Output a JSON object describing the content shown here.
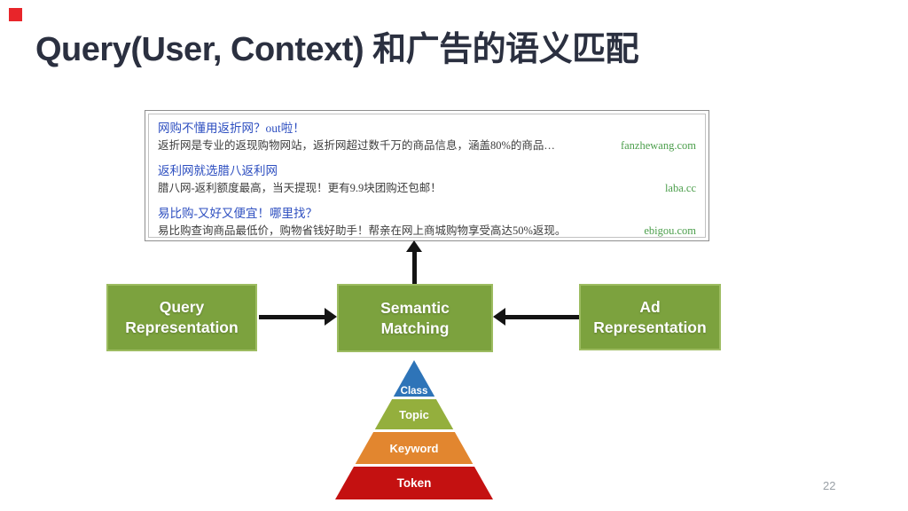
{
  "slide": {
    "title": "Query(User, Context) 和广告的语义匹配",
    "page_number": "22",
    "title_color": "#2b3040",
    "corner_mark_color": "#e8252a"
  },
  "serp": {
    "link_color": "#2e4fc0",
    "url_color": "#4b9e4b",
    "results": [
      {
        "title": "网购不懂用返折网？out啦！",
        "desc": "返折网是专业的返现购物网站，返折网超过数千万的商品信息，涵盖80%的商品…",
        "url": "fanzhewang.com"
      },
      {
        "title": "返利网就选腊八返利网",
        "desc": "腊八网-返利额度最高，当天提现！更有9.9块团购还包邮！",
        "url": "laba.cc"
      },
      {
        "title": "易比购-又好又便宜！哪里找？",
        "desc": "易比购查询商品最低价，购物省钱好助手！帮亲在网上商城购物享受高达50%返现。",
        "url": "ebigou.com"
      }
    ]
  },
  "diagram": {
    "box_color": "#7ca23e",
    "arrow_color": "#141414",
    "boxes": [
      {
        "line1": "Query",
        "line2": "Representation"
      },
      {
        "line1": "Semantic",
        "line2": "Matching"
      },
      {
        "line1": "Ad",
        "line2": "Representation"
      }
    ],
    "pyramid": {
      "layers": [
        {
          "label": "Class",
          "color": "#2e74b8"
        },
        {
          "label": "Topic",
          "color": "#94af3d"
        },
        {
          "label": "Keyword",
          "color": "#e2862f"
        },
        {
          "label": "Token",
          "color": "#c41111"
        }
      ]
    }
  }
}
